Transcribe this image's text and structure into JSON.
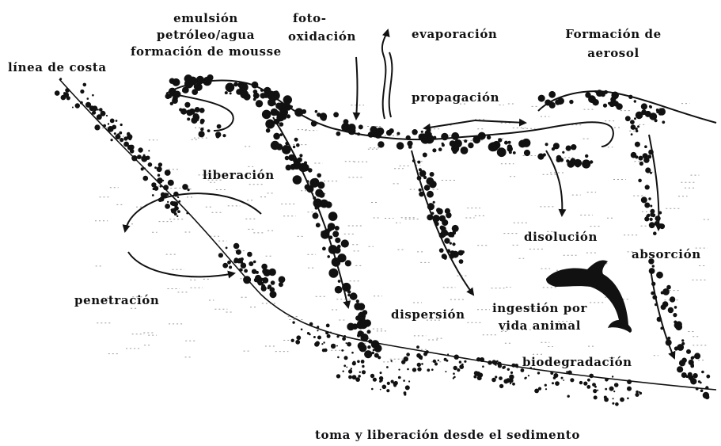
{
  "labels": {
    "coastline": "línea de costa",
    "emulsion_l1": "emulsión",
    "emulsion_l2": "petróleo/agua",
    "emulsion_l3": "formación de mousse",
    "photo_l1": "foto-",
    "photo_l2": "oxidación",
    "evaporation": "evaporación",
    "aerosol_l1": "Formación de",
    "aerosol_l2": "aerosol",
    "spreading": "propagación",
    "release": "liberación",
    "dissolution": "disolución",
    "absorption": "absorción",
    "penetration": "penetración",
    "dispersion": "dispersión",
    "ingestion_l1": "ingestión por",
    "ingestion_l2": "vida animal",
    "biodegradation": "biodegradación",
    "sediment": "toma y liberación desde el sedimento"
  },
  "colors": {
    "ink": "#111111",
    "background": "#ffffff",
    "water_dash": "#9a9a9a"
  },
  "icons": {
    "animal": "dolphin-icon"
  }
}
